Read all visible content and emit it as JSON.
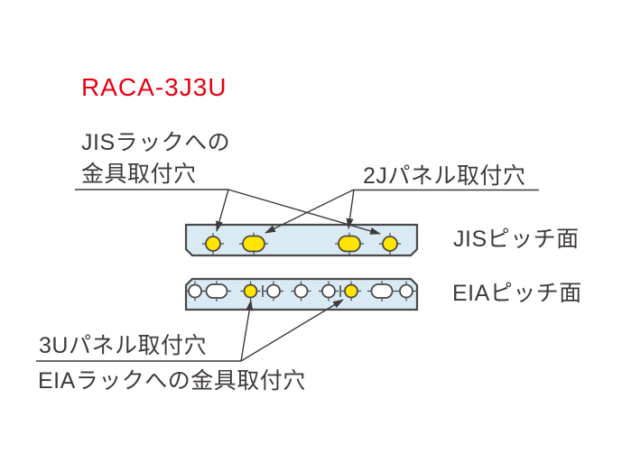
{
  "title": "RACA-3J3U",
  "colors": {
    "background": "#ffffff",
    "title_red": "#e60012",
    "text_dark": "#3e3a39",
    "line_dark": "#4c4948",
    "panel_fill": "#d9eaf5",
    "hole_yellow": "#ffe500",
    "hole_white": "#ffffff"
  },
  "labels": {
    "jis_rack_holes_line1": "JISラックへの",
    "jis_rack_holes_line2": "金具取付穴",
    "panel_2j_holes": "2Jパネル取付穴",
    "jis_pitch_face": "JISピッチ面",
    "eia_pitch_face": "EIAピッチ面",
    "panel_3u_holes": "3Uパネル取付穴",
    "eia_rack_holes": "EIAラックへの金具取付穴"
  },
  "diagram": {
    "jis_bar": {
      "caption": "JISピッチ面",
      "holes": [
        "round-yellow",
        "slot-yellow",
        "slot-yellow",
        "round-yellow"
      ]
    },
    "eia_bar": {
      "caption": "EIAピッチ面",
      "holes": [
        "round-white",
        "slot-white",
        "round-yellow",
        "round-white",
        "round-white",
        "round-white",
        "round-yellow",
        "slot-white",
        "round-white"
      ]
    }
  }
}
